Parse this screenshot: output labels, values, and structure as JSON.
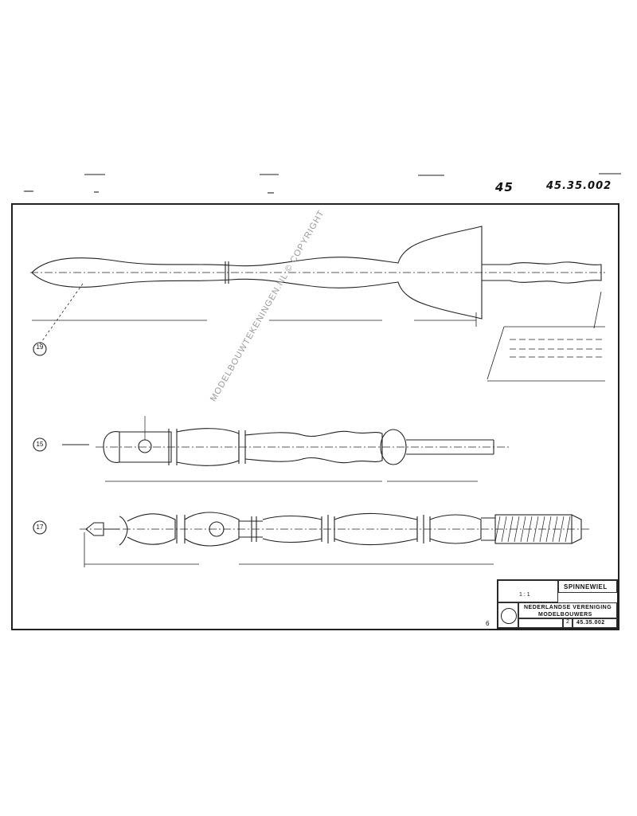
{
  "header": {
    "sheet_no": "45",
    "drawing_no": "45.35.002"
  },
  "title_block": {
    "subject": "SPINNEWIEL",
    "organisation_line1": "NEDERLANDSE VERENIGING",
    "organisation_line2": "MODELBOUWERS",
    "drawing_no": "45.35.002",
    "sheet": "2",
    "scale_label": "1 : 1",
    "logo": "nvm-seal"
  },
  "watermark": "MODELBOUWTEKENINGEN.NL © COPYRIGHT",
  "callouts": [
    "19",
    "15",
    "17"
  ],
  "corner_mark": "6"
}
